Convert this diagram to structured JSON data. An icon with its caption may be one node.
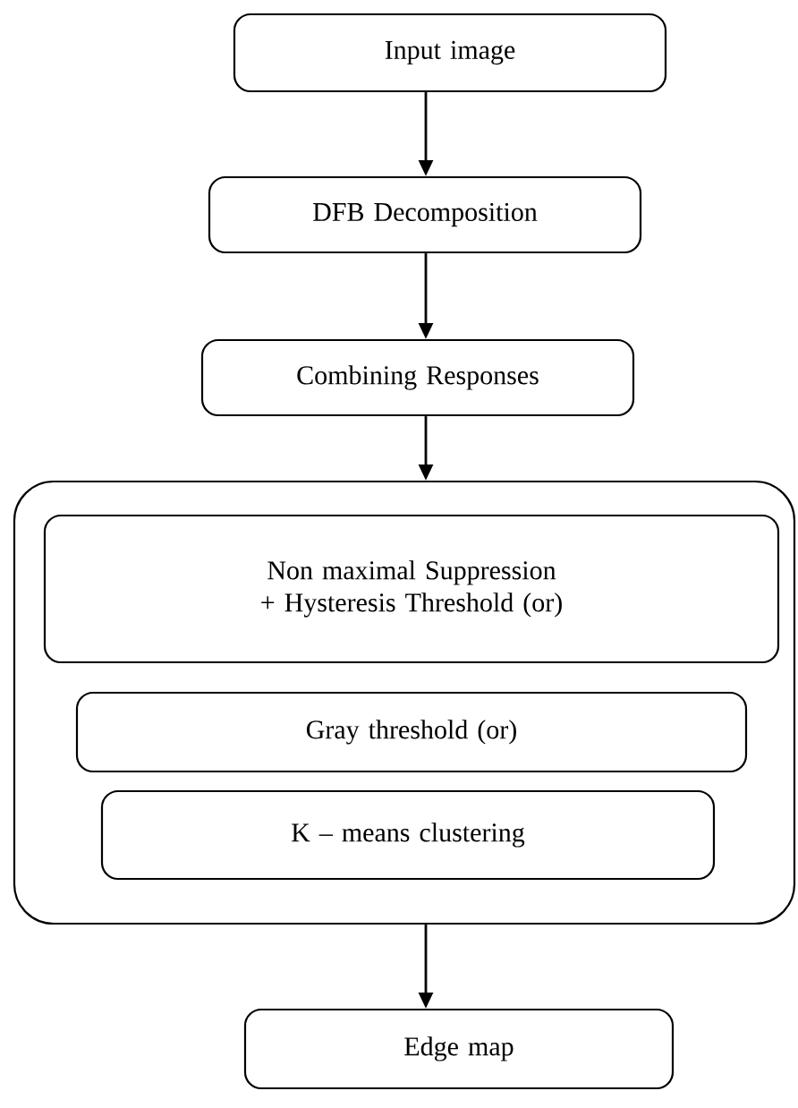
{
  "diagram": {
    "nodes": [
      {
        "text": [
          "Input image"
        ]
      },
      {
        "text": [
          "DFB Decomposition"
        ]
      },
      {
        "text": [
          "Combining Responses"
        ]
      },
      {
        "text": [],
        "shape": "box"
      },
      {
        "text": [
          "Non maximal Suppression + Hysteresis Threshold (or)"
        ],
        "in": 3
      },
      {
        "text": [
          "Gray threshold (or)"
        ],
        "in": 3
      },
      {
        "text": [
          "K – means clustering"
        ],
        "in": 3
      },
      {
        "text": [
          "Edge map"
        ]
      }
    ],
    "edges": [
      {
        "from": 0,
        "to": 1,
        "arrow": "to"
      },
      {
        "from": 1,
        "to": 2,
        "arrow": "to"
      },
      {
        "from": 2,
        "to": 3,
        "arrow": "to"
      },
      {
        "from": 3,
        "to": 7,
        "arrow": "to"
      }
    ]
  }
}
